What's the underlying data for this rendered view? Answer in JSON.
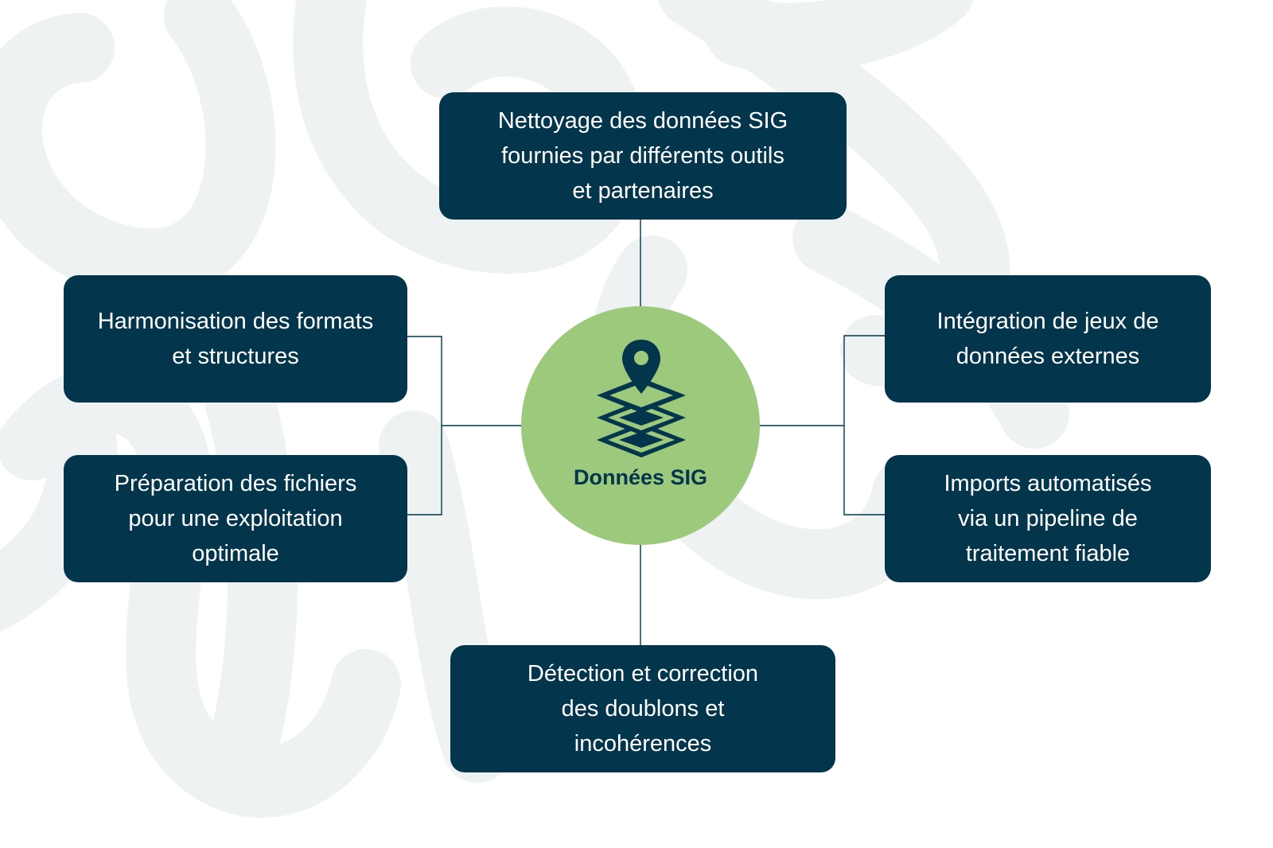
{
  "colors": {
    "box_fill": "#03364d",
    "center_fill": "#9cc97b",
    "connector": "#03364d",
    "background_pattern": "#eef2f3"
  },
  "center": {
    "label": "Données SIG",
    "icon": "map-layers-pin-icon"
  },
  "nodes": {
    "top": "Nettoyage des données SIG\nfournies par différents outils\net partenaires",
    "left_upper": "Harmonisation des formats\net structures",
    "left_lower": "Préparation des fichiers\npour une exploitation\noptimale",
    "right_upper": "Intégration de jeux de\ndonnées externes",
    "right_lower": "Imports automatisés\nvia un pipeline de\ntraitement fiable",
    "bottom": "Détection et correction\ndes doublons et\nincohérences"
  }
}
